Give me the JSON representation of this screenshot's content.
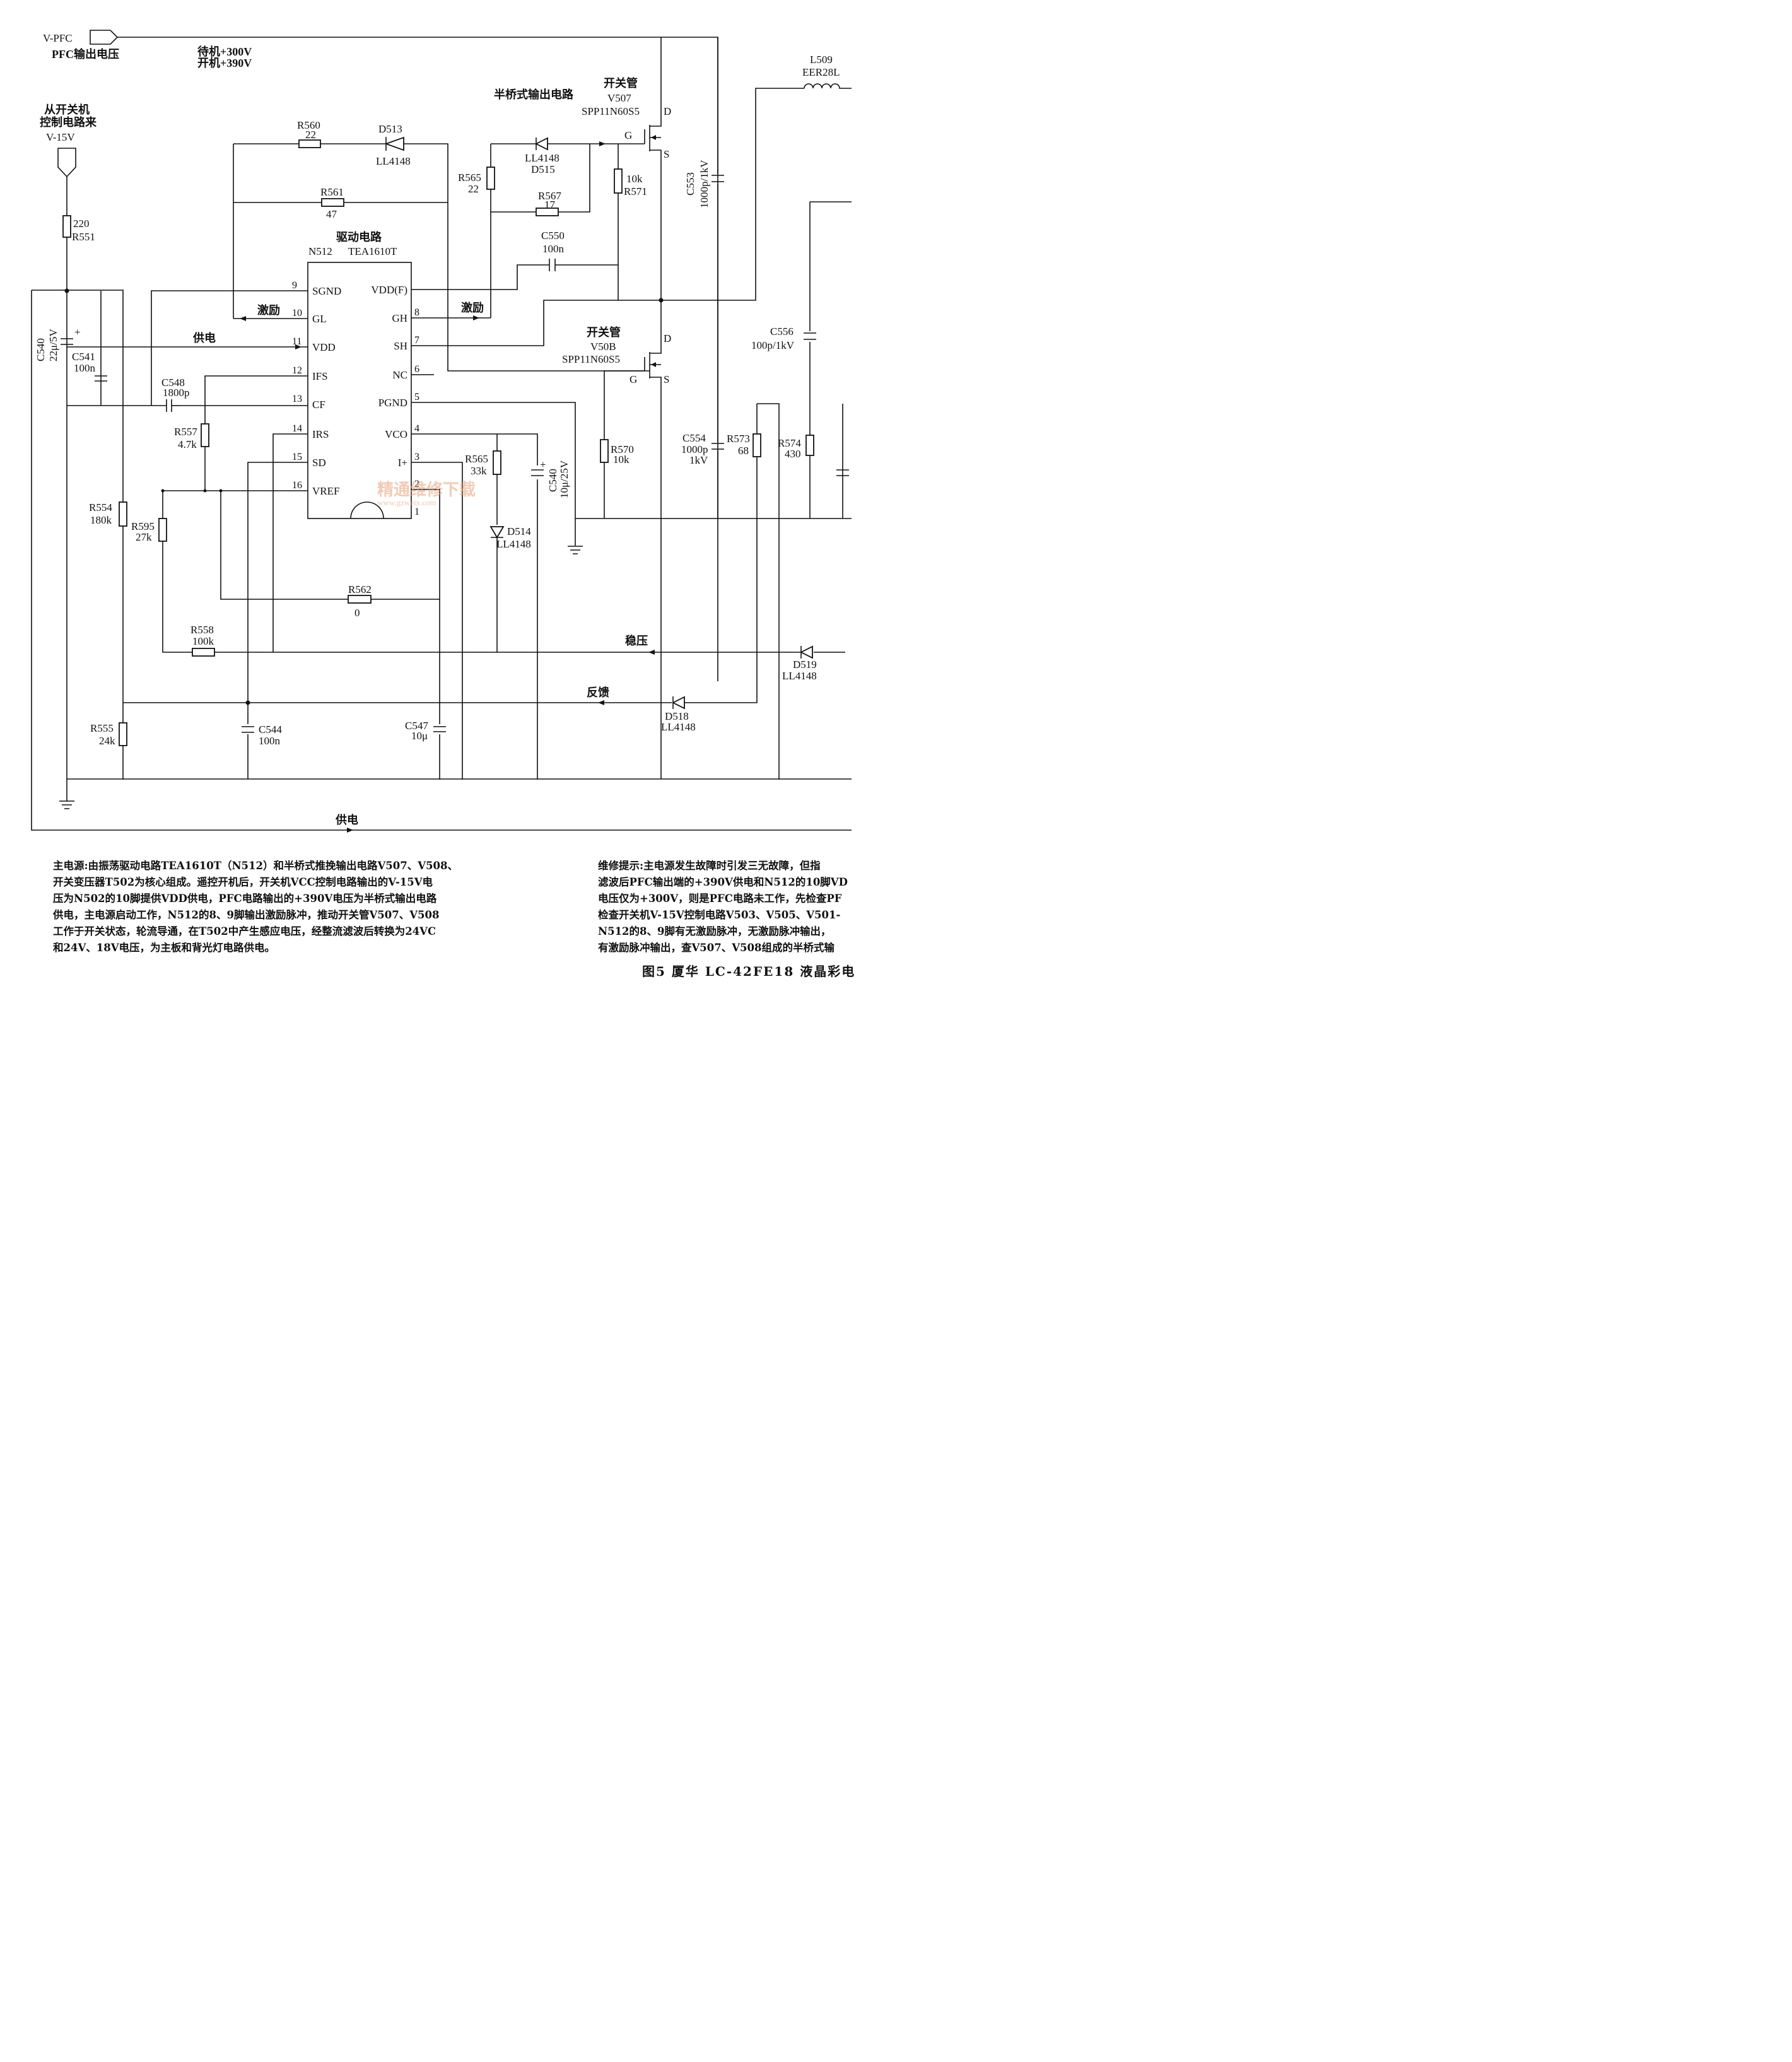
{
  "inputs": {
    "vpfc_label": "V-PFC",
    "pfc_output": "PFC输出电压",
    "standby": "待机+300V",
    "on": "开机+390V",
    "from_switch_1": "从开关机",
    "from_switch_2": "控制电路来",
    "v15": "V-15V"
  },
  "sections": {
    "half_bridge": "半桥式输出电路",
    "driver": "驱动电路",
    "switch_tube": "开关管",
    "excite": "激励",
    "power": "供电",
    "regulate": "稳压",
    "feedback": "反馈"
  },
  "ic": {
    "ref": "N512",
    "part": "TEA1610T",
    "left_pins": [
      {
        "num": "9",
        "name": "SGND"
      },
      {
        "num": "10",
        "name": "GL"
      },
      {
        "num": "11",
        "name": "VDD"
      },
      {
        "num": "12",
        "name": "IFS"
      },
      {
        "num": "13",
        "name": "CF"
      },
      {
        "num": "14",
        "name": "IRS"
      },
      {
        "num": "15",
        "name": "SD"
      },
      {
        "num": "16",
        "name": "VREF"
      }
    ],
    "right_pins": [
      {
        "num": "",
        "name": "VDD(F)"
      },
      {
        "num": "8",
        "name": "GH"
      },
      {
        "num": "7",
        "name": "SH"
      },
      {
        "num": "6",
        "name": "NC"
      },
      {
        "num": "5",
        "name": "PGND"
      },
      {
        "num": "4",
        "name": "VCO"
      },
      {
        "num": "3",
        "name": "I+"
      },
      {
        "num": "2",
        "name": ""
      },
      {
        "num": "1",
        "name": ""
      }
    ]
  },
  "transistors": {
    "v507": {
      "ref": "V507",
      "part": "SPP11N60S5",
      "d": "D",
      "g": "G",
      "s": "S"
    },
    "v508": {
      "ref": "V50B",
      "part": "SPP11N60S5",
      "d": "D",
      "g": "G",
      "s": "S"
    }
  },
  "components": {
    "r551": {
      "value": "220",
      "ref": "R551"
    },
    "c540a": {
      "ref": "C540",
      "value": "22μ/5V"
    },
    "c541": {
      "ref": "C541",
      "value": "100n"
    },
    "r560": {
      "ref": "R560",
      "value": "22"
    },
    "d513": {
      "ref": "D513",
      "part": "LL4148"
    },
    "r561": {
      "ref": "R561",
      "value": "47"
    },
    "r565a": {
      "ref": "R565",
      "value": "22"
    },
    "d515": {
      "part": "LL4148",
      "ref": "D515"
    },
    "r567": {
      "ref": "R567",
      "value": "17"
    },
    "r571": {
      "value": "10k",
      "ref": "R571"
    },
    "c550": {
      "ref": "C550",
      "value": "100n"
    },
    "c553": {
      "ref": "C553",
      "value": "1000p/1kV"
    },
    "l509": {
      "ref": "L509",
      "part": "EER28L"
    },
    "c548": {
      "ref": "C548",
      "value": "1800p"
    },
    "r557": {
      "ref": "R557",
      "value": "4.7k"
    },
    "r554": {
      "ref": "R554",
      "value": "180k"
    },
    "r595": {
      "ref": "R595",
      "value": "27k"
    },
    "r565b": {
      "ref": "R565",
      "value": "33k"
    },
    "c540b": {
      "ref": "C540",
      "value": "10μ/25V"
    },
    "d514": {
      "ref": "D514",
      "part": "LL4148"
    },
    "r570": {
      "ref": "R570",
      "value": "10k"
    },
    "c554": {
      "ref": "C554",
      "value": "1000p",
      "rating": "1kV"
    },
    "r573": {
      "ref": "R573",
      "value": "68"
    },
    "r574": {
      "ref": "R574",
      "value": "430"
    },
    "c556": {
      "ref": "C556",
      "value": "100p/1kV"
    },
    "r562": {
      "ref": "R562",
      "value": "0"
    },
    "r558": {
      "ref": "R558",
      "value": "100k"
    },
    "d519": {
      "ref": "D519",
      "part": "LL4148"
    },
    "d518": {
      "ref": "D518",
      "part": "LL4148"
    },
    "r555": {
      "ref": "R555",
      "value": "24k"
    },
    "c544": {
      "ref": "C544",
      "value": "100n"
    },
    "c547": {
      "ref": "C547",
      "value": "10μ"
    }
  },
  "watermark": {
    "title": "精通维修下载",
    "url": "www.gzweix.com"
  },
  "description_lines": [
    "主电源:由振荡驱动电路TEA1610T（N512）和半桥式推挽输出电路V507、V508、",
    "开关变压器T502为核心组成。遥控开机后，开关机VCC控制电路输出的V-15V电",
    "压为N502的10脚提供VDD供电，PFC电路输出的+390V电压为半桥式输出电路",
    "供电，主电源启动工作，N512的8、9脚输出激励脉冲，推动开关管V507、V508",
    "工作于开关状态，轮流导通，在T502中产生感应电压，经整流滤波后转换为24VC",
    "和24V、18V电压，为主板和背光灯电路供电。"
  ],
  "repair_lines": [
    "维修提示:主电源发生故障时引发三无故障，但指",
    "滤波后PFC输出端的+390V供电和N512的10脚VD",
    "电压仅为+300V，则是PFC电路未工作，先检查PF",
    "检查开关机V-15V控制电路V503、V505、V501-",
    "N512的8、9脚有无激励脉冲，无激励脉冲输出，",
    "有激励脉冲输出，查V507、V508组成的半桥式输"
  ],
  "caption": "图5   厦华 LC-42FE18 液晶彩电"
}
